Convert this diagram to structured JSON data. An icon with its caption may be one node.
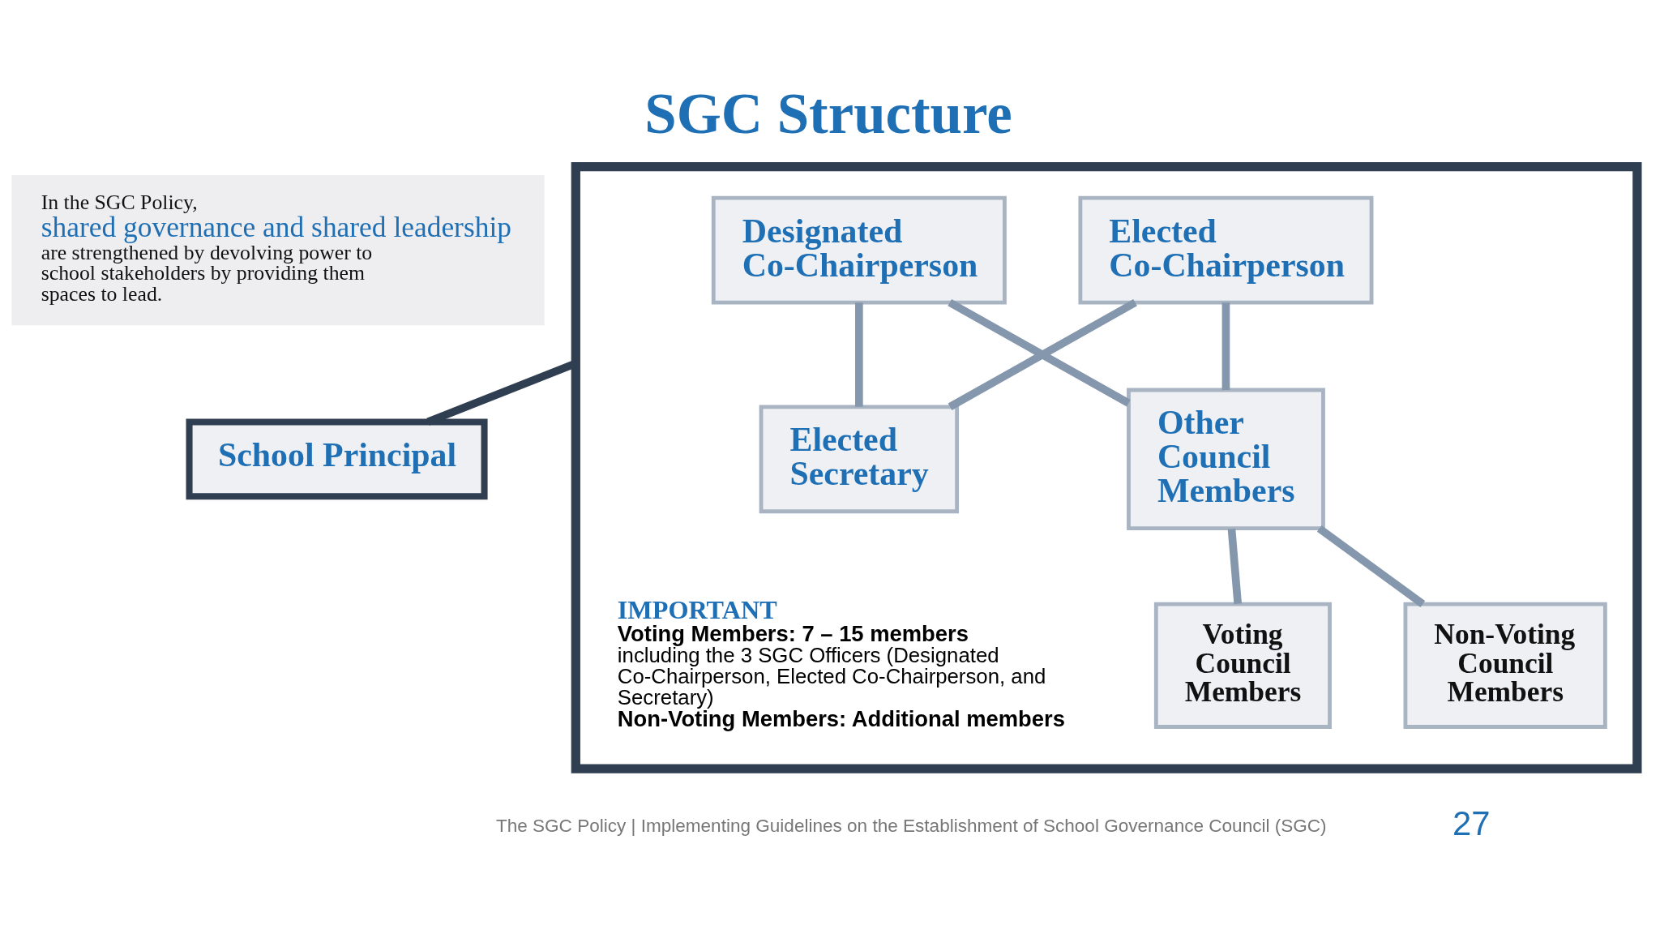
{
  "diagram": {
    "title": "SGC Structure",
    "nodes": [
      {
        "text": [
          "In the SGC Policy,",
          "shared governance and shared leadership",
          "are strengthened by devolving power to school stakeholders by providing them spaces to lead."
        ]
      },
      {
        "text": [],
        "shape": "box"
      },
      {
        "text": [
          "Designated Co-Chairperson"
        ],
        "in": 1
      },
      {
        "text": [
          "Elected Co-Chairperson"
        ],
        "in": 1
      },
      {
        "text": [
          "Elected Secretary"
        ],
        "in": 1
      },
      {
        "text": [
          "Other Council Members"
        ],
        "in": 1
      },
      {
        "text": [
          "Voting Council Members"
        ],
        "in": 1
      },
      {
        "text": [
          "Non-Voting Council Members"
        ],
        "in": 1
      },
      {
        "text": [
          "School Principal"
        ]
      }
    ],
    "edges": [
      {
        "from": 2,
        "to": 4,
        "arrow": "none"
      },
      {
        "from": 2,
        "to": 5,
        "arrow": "none"
      },
      {
        "from": 3,
        "to": 4,
        "arrow": "none"
      },
      {
        "from": 3,
        "to": 5,
        "arrow": "none"
      },
      {
        "from": 5,
        "to": 6,
        "arrow": "none"
      },
      {
        "from": 5,
        "to": 7,
        "arrow": "none"
      },
      {
        "from": 8,
        "to": 1,
        "arrow": "none",
        "color": "#2f3e50"
      }
    ],
    "labels": [
      "IMPORTANT",
      "Voting Members: 7 – 15 members",
      "including the 3 SGC Officers (Designated Co-Chairperson, Elected Co-Chairperson, and Secretary)",
      "Non-Voting Members: Additional members",
      "The SGC Policy | Implementing Guidelines on the Establishment of School Governance Council (SGC)",
      "27"
    ]
  }
}
